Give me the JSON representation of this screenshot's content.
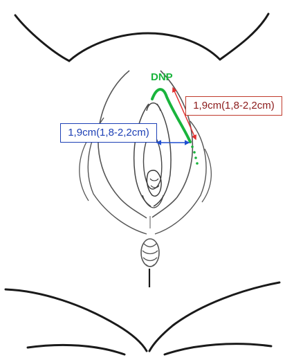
{
  "labels": {
    "dnp": "DNP",
    "measurement_right": "1,9cm(1,8-2,2cm)",
    "measurement_left": "1,9cm(1,8-2,2cm)"
  },
  "colors": {
    "outline": "#1a1a1a",
    "sketch": "#555555",
    "dnp_green": "#19b43c",
    "measure_red": "#e03131",
    "box_red_border": "#c0392b",
    "text_red": "#8b1a1a",
    "box_blue_border": "#1c3fb5",
    "text_blue": "#1c3fb5",
    "arrow_blue": "#1f4fd1"
  }
}
